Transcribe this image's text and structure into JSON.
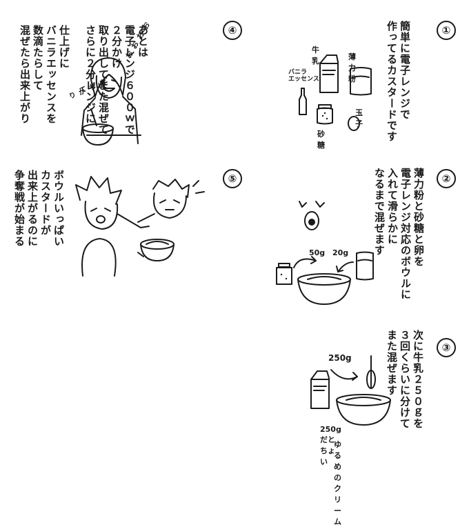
{
  "panels": {
    "p1": {
      "number": "①",
      "lines": "簡単に電子レンジで\n作ってるカスタードです",
      "labels": {
        "milk": "牛乳",
        "flour": "薄力粉",
        "vanilla": "バニラ\nエッセンス",
        "sugar": "砂糖",
        "egg": "玉子"
      }
    },
    "p2": {
      "number": "②",
      "lines": "薄力粉と砂糖と卵を\n電子レンジ対応のボウルに\n入れて滑らかに\nなるまで混ぜます",
      "labels": {
        "sugar_amount": "50g",
        "flour_amount": "20g"
      }
    },
    "p3": {
      "number": "③",
      "lines": "次に牛乳２５０ｇを\n３回くらいに分けて\nまた混ぜます",
      "labels": {
        "milk_amount": "250g",
        "note_line1": "250gだとちょい",
        "note_line2": "ゆるめのクリーム"
      }
    },
    "p4": {
      "number": "④",
      "lines": "あとは\n電子レンジ６００ｗで\n２分かけ\n取り出してまた混ぜて\nさらに２分レンジに\n\n仕上げに\nバニラエッセンスを\n数滴たらして\n混ぜたら出来上がり",
      "labels": {
        "sfx": "おおおお",
        "speech1": "まぜて",
        "speech2": "ばっかり"
      }
    },
    "p5": {
      "number": "⑤",
      "lines": "ボウルいっぱい\nカスタードが\n出来上がるのに\n争奪戦が始まる"
    }
  }
}
